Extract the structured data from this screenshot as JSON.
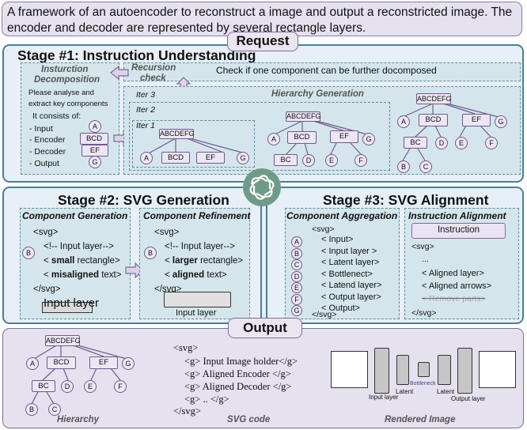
{
  "request": {
    "text": "A framework of an autoencoder to reconstruct a image and output a reconstricted image. The encoder and decoder are represented by several rectangle layers.",
    "tab_label": "Request"
  },
  "stage1": {
    "title": "Stage #1: Instruction Understanding",
    "decomposition": {
      "title_line1": "Insturction",
      "title_line2": "Decomposition",
      "prompt_line1": "Please analyse and",
      "prompt_line2": "extract key components",
      "consists": "It consists of:",
      "items": [
        "- Input",
        "- Encoder",
        "- Decoder",
        "- Output"
      ],
      "nodes": [
        "A",
        "BCD",
        "EF",
        "G"
      ]
    },
    "recursion": {
      "title_line1": "Recursion",
      "title_line2": "check",
      "text": "Check if one component can be further docomposed"
    },
    "hierarchy": {
      "title": "Hierarchy Generation",
      "iters": [
        "Iter 3",
        "Iter 2",
        "Iter 1"
      ],
      "root": "ABCDEFG",
      "level1": [
        "A",
        "BCD",
        "EF",
        "G"
      ],
      "level2": [
        "BC",
        "D",
        "E",
        "F"
      ],
      "level3": [
        "B",
        "C"
      ]
    }
  },
  "stage2": {
    "title": "Stage #2: SVG Generation",
    "generation": {
      "title": "Component Generation",
      "node": "B",
      "lines": [
        {
          "pre": "<svg>",
          "bold": "",
          "post": ""
        },
        {
          "pre": "<!-- Input layer-->",
          "bold": "",
          "post": ""
        },
        {
          "pre": "< ",
          "bold": "small",
          "post": " rectangle>"
        },
        {
          "pre": "< ",
          "bold": "misaligned",
          "post": " text>"
        },
        {
          "pre": "</svg>",
          "bold": "",
          "post": ""
        }
      ],
      "render_label": "Input layer"
    },
    "refinement": {
      "title": "Component Refinement",
      "node": "B",
      "lines": [
        {
          "pre": "<svg>",
          "bold": "",
          "post": ""
        },
        {
          "pre": "<!-- Input layer-->",
          "bold": "",
          "post": ""
        },
        {
          "pre": "< ",
          "bold": "larger",
          "post": " rectangle>"
        },
        {
          "pre": "< ",
          "bold": "aligned",
          "post": " text>"
        },
        {
          "pre": "</svg>",
          "bold": "",
          "post": ""
        }
      ],
      "render_label": "Input layer"
    }
  },
  "stage3": {
    "title": "Stage #3: SVG Alignment",
    "aggregation": {
      "title": "Component Aggregation",
      "open": "<svg>",
      "nodes": [
        "A",
        "B",
        "C",
        "D",
        "E",
        "F",
        "G"
      ],
      "lines": [
        "< Input>",
        "< Input layer >",
        "< Latent layer>",
        "< Bottlenect>",
        "< Latend layer>",
        "< Output layer>",
        "< Output>"
      ],
      "close": "</svg>"
    },
    "alignment": {
      "title": "Instruction Alignment",
      "instruction_button": "Instruction",
      "lines": [
        "<svg>",
        "...",
        "< Aligned layer>",
        "< Aligned arrows>"
      ],
      "removed": "< Remove parts>",
      "close": "</svg>"
    }
  },
  "output": {
    "tab_label": "Output",
    "hierarchy_caption": "Hierarchy",
    "svg_code_caption": "SVG code",
    "rendered_caption": "Rendered Image",
    "svg_code": [
      "<svg>",
      "<g> Input Image holder</g>",
      "<g> Aligned Encoder </g>",
      "<g> Aligned Decoder </g>",
      "<g> .. </g>",
      "</svg>"
    ],
    "rendered_labels": {
      "input_layer": "Input layer",
      "latent_left": "Latent",
      "bottleneck": "Bottleneck",
      "latent_right": "Latent",
      "output_layer": "Output layer"
    }
  },
  "colors": {
    "stage_border": "#4d7f90",
    "stage_bg": "#e7eff7",
    "dashed_bg": "#d4e6ec",
    "purple_border": "#7c6c98",
    "purple_bg": "#e6e1ef",
    "logo_green": "#6f9a88"
  }
}
